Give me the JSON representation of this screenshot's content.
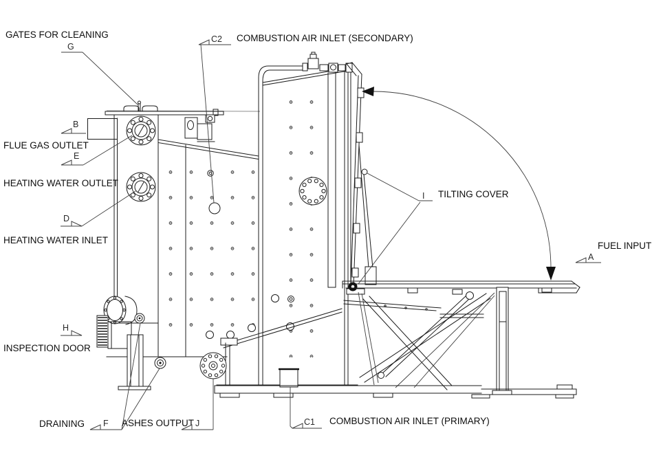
{
  "callouts": {
    "gates": {
      "letter": "G",
      "label": "GATES FOR CLEANING"
    },
    "air_secondary": {
      "letter": "C2",
      "label": "COMBUSTION AIR INLET (SECONDARY)"
    },
    "flue_gas": {
      "letter": "B",
      "label": "FLUE GAS OUTLET"
    },
    "water_outlet": {
      "letter": "E",
      "label": "HEATING WATER OUTLET"
    },
    "water_inlet": {
      "letter": "D",
      "label": "HEATING WATER INLET"
    },
    "inspection": {
      "letter": "H",
      "label": "INSPECTION DOOR"
    },
    "draining": {
      "letter": "F",
      "label": "DRAINING"
    },
    "ashes": {
      "letter": "J",
      "label": "ASHES OUTPUT"
    },
    "air_primary": {
      "letter": "C1",
      "label": "COMBUSTION AIR INLET (PRIMARY)"
    },
    "tilting_cover": {
      "letter": "I",
      "label": "TILTING COVER"
    },
    "fuel_input": {
      "letter": "A",
      "label": "FUEL INPUT"
    }
  },
  "colors": {
    "line": "#1b1b1b",
    "leader": "#3d3d3d",
    "background": "#ffffff"
  }
}
